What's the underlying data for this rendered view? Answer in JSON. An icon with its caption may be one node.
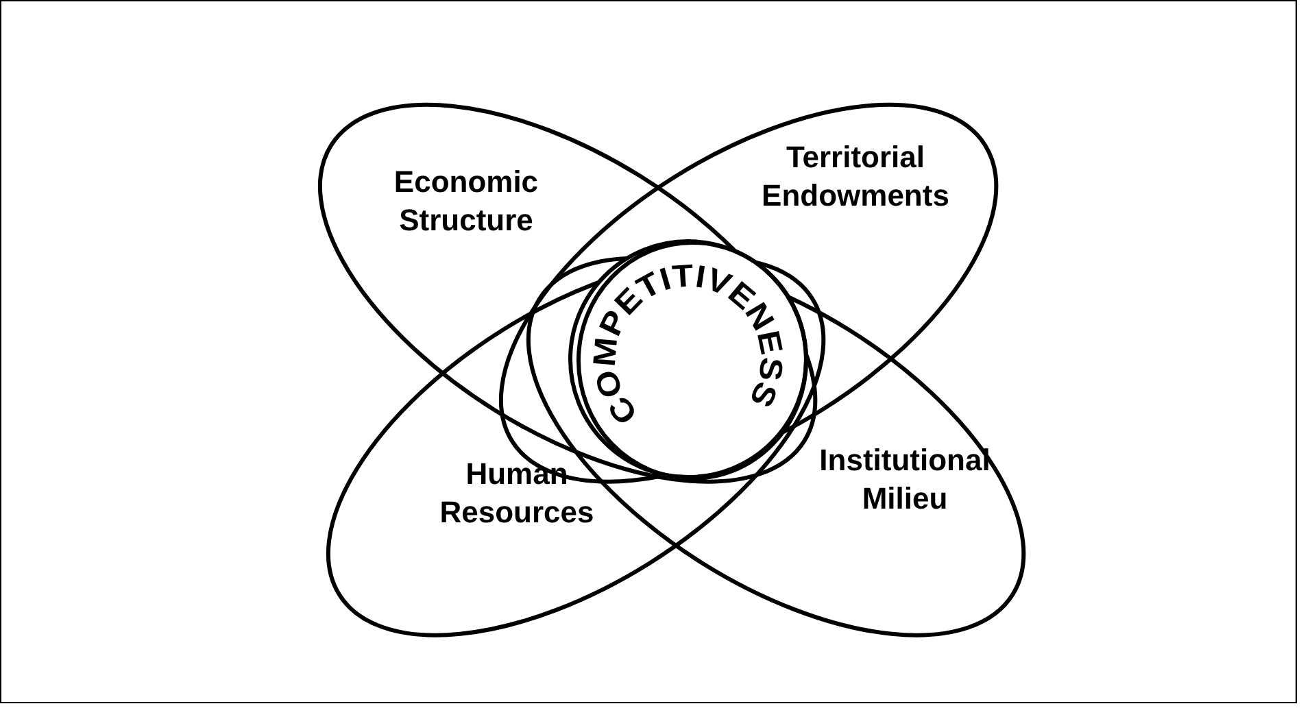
{
  "diagram": {
    "nodes": [
      {
        "text": [
          "Economic Structure"
        ]
      },
      {
        "text": [
          "Territorial Endowments"
        ]
      },
      {
        "text": [
          "Human Resources"
        ]
      },
      {
        "text": [
          "Institutional Milieu"
        ]
      },
      {
        "text": [
          "COMPETITIVENESS"
        ]
      }
    ],
    "edges": []
  }
}
